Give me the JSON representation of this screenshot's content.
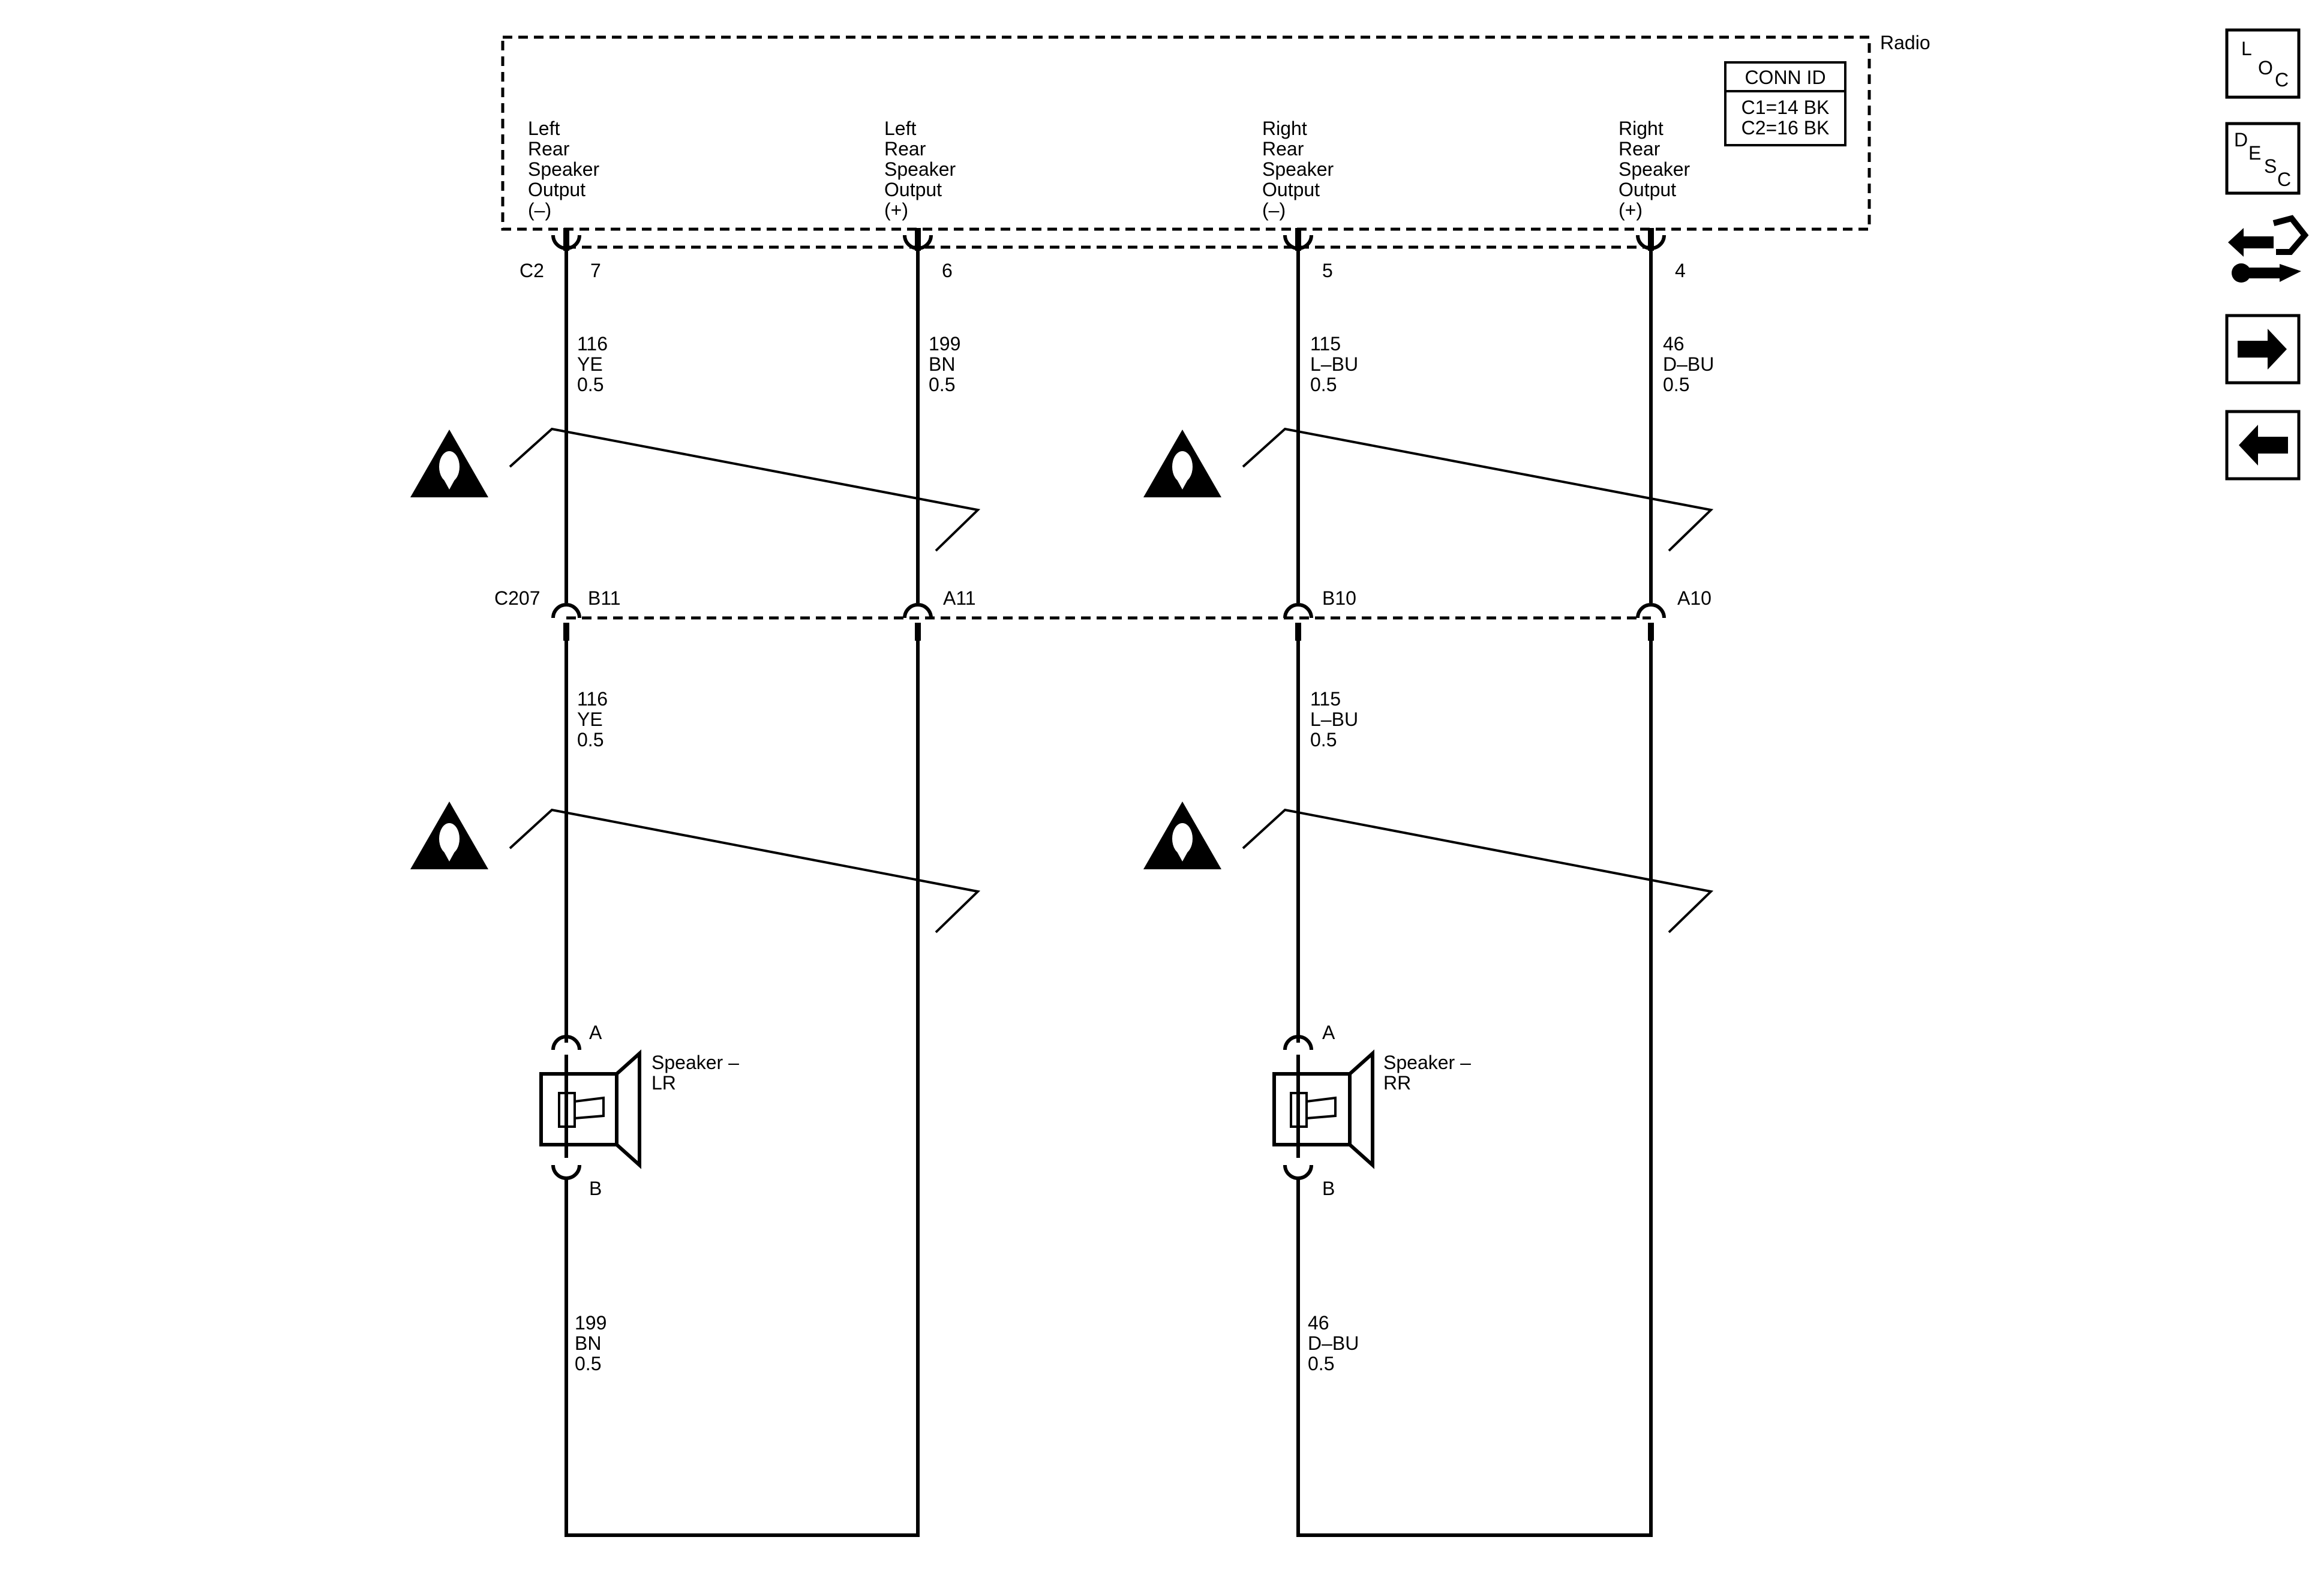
{
  "component": {
    "name": "Radio",
    "conn_id": {
      "title": "CONN ID",
      "lines": [
        "C1=14 BK",
        "C2=16 BK"
      ]
    },
    "outputs": [
      {
        "lines": [
          "Left",
          "Rear",
          "Speaker",
          "Output",
          "(–)"
        ]
      },
      {
        "lines": [
          "Left",
          "Rear",
          "Speaker",
          "Output",
          "(+)"
        ]
      },
      {
        "lines": [
          "Right",
          "Rear",
          "Speaker",
          "Output",
          "(–)"
        ]
      },
      {
        "lines": [
          "Right",
          "Rear",
          "Speaker",
          "Output",
          "(+)"
        ]
      }
    ]
  },
  "radio_connector": {
    "name": "C2",
    "pins": [
      "7",
      "6",
      "5",
      "4"
    ]
  },
  "inline_connector": {
    "name": "C207",
    "pins": [
      "B11",
      "A11",
      "B10",
      "A10"
    ]
  },
  "upper_wires": [
    {
      "circuit": "116",
      "color": "YE",
      "gauge": "0.5"
    },
    {
      "circuit": "199",
      "color": "BN",
      "gauge": "0.5"
    },
    {
      "circuit": "115",
      "color": "L–BU",
      "gauge": "0.5"
    },
    {
      "circuit": "46",
      "color": "D–BU",
      "gauge": "0.5"
    }
  ],
  "lower_wires": [
    {
      "circuit": "116",
      "color": "YE",
      "gauge": "0.5"
    },
    {
      "circuit": "115",
      "color": "L–BU",
      "gauge": "0.5"
    }
  ],
  "return_wires": [
    {
      "circuit": "199",
      "color": "BN",
      "gauge": "0.5"
    },
    {
      "circuit": "46",
      "color": "D–BU",
      "gauge": "0.5"
    }
  ],
  "speakers": [
    {
      "name_lines": [
        "Speaker –",
        "LR"
      ],
      "pin_top": "A",
      "pin_bottom": "B"
    },
    {
      "name_lines": [
        "Speaker –",
        "RR"
      ],
      "pin_top": "A",
      "pin_bottom": "B"
    }
  ],
  "nav": {
    "loc_letters": [
      "L",
      "O",
      "C"
    ],
    "desc_letters": [
      "D",
      "E",
      "S",
      "C"
    ],
    "icons": [
      "loc-icon",
      "desc-icon",
      "connector-swap-icon",
      "arrow-right-icon",
      "arrow-left-icon"
    ]
  }
}
